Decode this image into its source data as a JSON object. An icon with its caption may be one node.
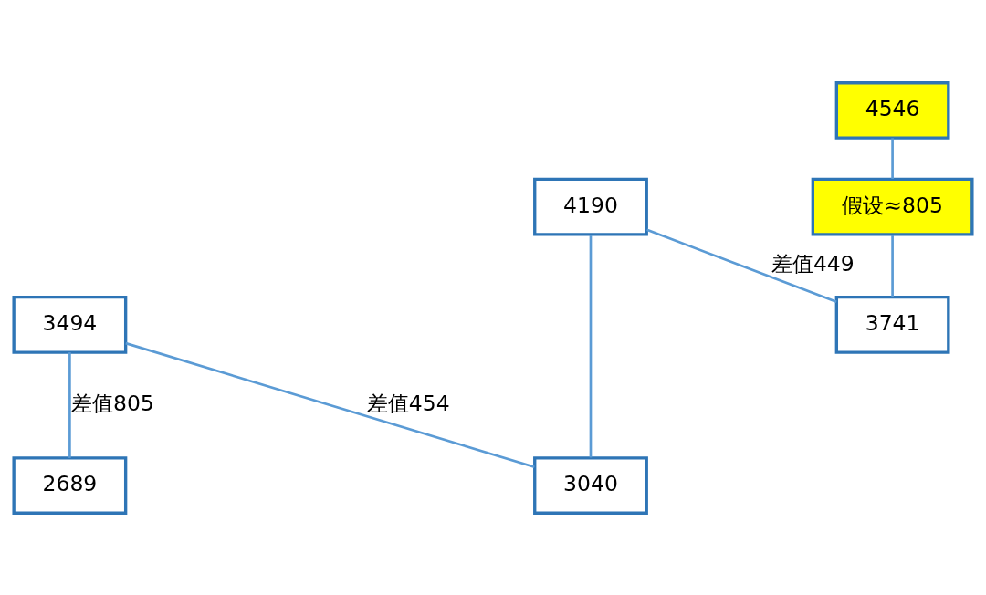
{
  "diagram": {
    "nodes": [
      {
        "text": [
          "2689"
        ]
      },
      {
        "text": [
          "3494"
        ]
      },
      {
        "text": [
          "3040"
        ]
      },
      {
        "text": [
          "4190"
        ]
      },
      {
        "text": [
          "3741"
        ]
      },
      {
        "text": [
          "假设≈805"
        ]
      },
      {
        "text": [
          "4546"
        ]
      }
    ],
    "edges": [
      {
        "from": 0,
        "to": 1,
        "arrow": "none",
        "label": "差值805"
      },
      {
        "from": 1,
        "to": 2,
        "arrow": "none",
        "label": "差值454"
      },
      {
        "from": 2,
        "to": 3,
        "arrow": "none"
      },
      {
        "from": 3,
        "to": 4,
        "arrow": "none",
        "label": "差值449"
      },
      {
        "from": 4,
        "to": 5,
        "arrow": "none"
      },
      {
        "from": 5,
        "to": 6,
        "arrow": "none"
      }
    ]
  }
}
